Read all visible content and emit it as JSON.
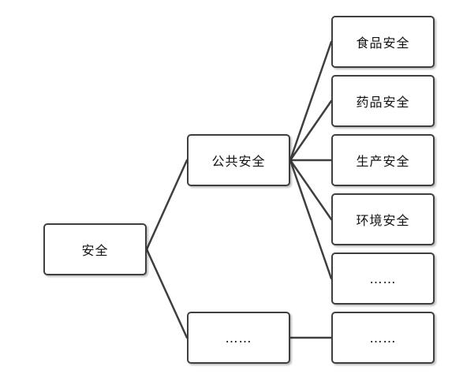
{
  "nodes": {
    "root": "安全",
    "public": "公共安全",
    "other": "……",
    "food": "食品安全",
    "drug": "药品安全",
    "production": "生产安全",
    "environment": "环境安全",
    "more": "……",
    "other_child": "……"
  },
  "colors": {
    "line": "#3f3f3f",
    "box_border": "#3f3f3f",
    "background": "#ffffff"
  }
}
